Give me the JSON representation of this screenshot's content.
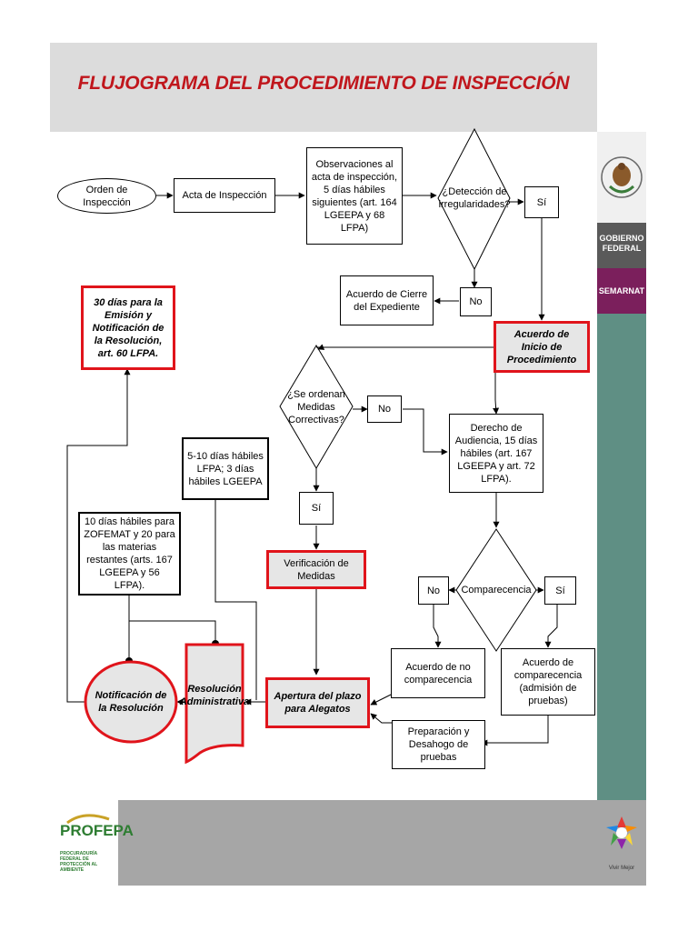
{
  "title": "FLUJOGRAMA DEL PROCEDIMIENTO DE INSPECCIÓN",
  "sidebar": {
    "gobierno": "GOBIERNO FEDERAL",
    "semarnat": "SEMARNAT",
    "colors": {
      "gobierno": "#5a5a5a",
      "semarnat": "#7b1f5c",
      "teal": "#5f8f84"
    }
  },
  "nodes": {
    "orden": "Orden de Inspección",
    "acta": "Acta de Inspección",
    "observaciones": "Observaciones al acta de inspección, 5 días hábiles siguientes (art. 164 LGEEPA y 68 LFPA)",
    "deteccion": "¿Detección de irregularidades?",
    "si1": "Sí",
    "no1": "No",
    "cierre": "Acuerdo de Cierre del Expediente",
    "inicio": "Acuerdo de Inicio de Procedimiento",
    "treinta": "30 días para la Emisión y Notificación de la Resolución, art. 60 LFPA.",
    "medidas": "¿Se ordenan Medidas Correctivas?",
    "no2": "No",
    "audiencia": "Derecho de Audiencia, 15 días hábiles (art. 167 LGEEPA y art. 72 LFPA).",
    "cinco": "5-10 días hábiles LFPA; 3 días hábiles LGEEPA",
    "si2": "Sí",
    "diez": "10 días hábiles para ZOFEMAT y 20 para las materias restantes (arts. 167 LGEEPA y 56 LFPA).",
    "verificacion": "Verificación de Medidas",
    "comparecencia": "Comparecencia",
    "no3": "No",
    "si3": "Sí",
    "no_comp": "Acuerdo de no comparecencia",
    "acuerdo_comp": "Acuerdo de comparecencia (admisión de pruebas)",
    "notificacion": "Notificación de la Resolución",
    "resolucion": "Resolución Administrativa",
    "alegatos": "Apertura del plazo para Alegatos",
    "preparacion": "Preparación y Desahogo de pruebas"
  },
  "footer": {
    "profepa": "PROFEPA",
    "profepa_sub": "PROCURADURÍA FEDERAL DE PROTECCIÓN AL AMBIENTE",
    "vivir": "Vivir Mejor"
  }
}
